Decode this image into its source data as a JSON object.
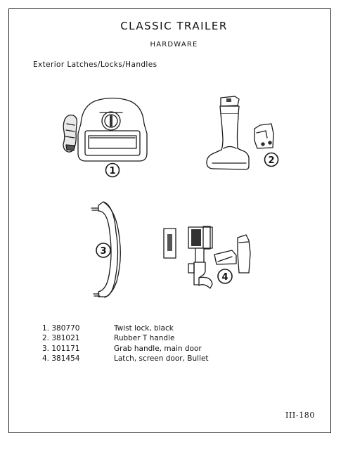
{
  "header": {
    "title": "CLASSIC TRAILER",
    "subtitle": "HARDWARE"
  },
  "section_title": "Exterior Latches/Locks/Handles",
  "figure_labels": [
    "1",
    "2",
    "3",
    "4"
  ],
  "parts": [
    {
      "num": "1. 380770",
      "desc": "Twist lock, black"
    },
    {
      "num": "2. 381021",
      "desc": "Rubber T handle"
    },
    {
      "num": "3. 101171",
      "desc": "Grab handle, main door"
    },
    {
      "num": "4. 381454",
      "desc": "Latch, screen door, Bullet"
    }
  ],
  "page_number": "III-180"
}
